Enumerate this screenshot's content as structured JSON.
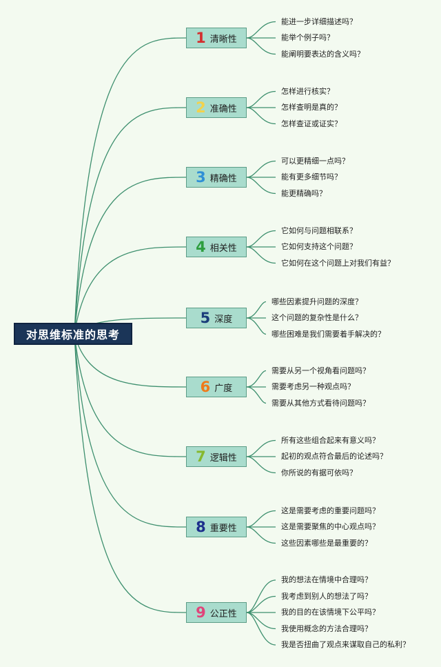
{
  "root": {
    "label": "对思维标准的思考"
  },
  "branches": [
    {
      "num": "1",
      "label": "清晰性",
      "color": "#d32f2f",
      "questions": [
        "能进一步详细描述吗？",
        "能举个例子吗？",
        "能阐明要表达的含义吗？"
      ]
    },
    {
      "num": "2",
      "label": "准确性",
      "color": "#f2d24c",
      "questions": [
        "怎样进行核实？",
        "怎样查明是真的？",
        "怎样查证或证实？"
      ]
    },
    {
      "num": "3",
      "label": "精确性",
      "color": "#2f8fd6",
      "questions": [
        "可以更精细一点吗？",
        "能有更多细节吗？",
        "能更精确吗？"
      ]
    },
    {
      "num": "4",
      "label": "相关性",
      "color": "#2e9e3e",
      "questions": [
        "它如何与问题相联系？",
        "它如何支持这个问题？",
        "它如何在这个问题上对我们有益？"
      ]
    },
    {
      "num": "5",
      "label": "深度",
      "color": "#1a3d7a",
      "questions": [
        "哪些因素提升问题的深度？",
        "这个问题的复杂性是什么？",
        "哪些困难是我们需要着手解决的？"
      ]
    },
    {
      "num": "6",
      "label": "广度",
      "color": "#ef7a1a",
      "questions": [
        "需要从另一个视角看问题吗？",
        "需要考虑另一种观点吗？",
        "需要从其他方式看待问题吗？"
      ]
    },
    {
      "num": "7",
      "label": "逻辑性",
      "color": "#86b82e",
      "questions": [
        "所有这些组合起来有意义吗？",
        "起初的观点符合最后的论述吗？",
        "你所说的有据可依吗？"
      ]
    },
    {
      "num": "8",
      "label": "重要性",
      "color": "#1c2f8c",
      "questions": [
        "这是需要考虑的重要问题吗？",
        "这是需要聚焦的中心观点吗？",
        "这些因素哪些是最重要的？"
      ]
    },
    {
      "num": "9",
      "label": "公正性",
      "color": "#e0457a",
      "questions": [
        "我的想法在情境中合理吗？",
        "我考虑到别人的想法了吗？",
        "我的目的在该情境下公平吗？",
        "我使用概念的方法合理吗？",
        "我是否扭曲了观点来谋取自己的私利？"
      ]
    }
  ]
}
